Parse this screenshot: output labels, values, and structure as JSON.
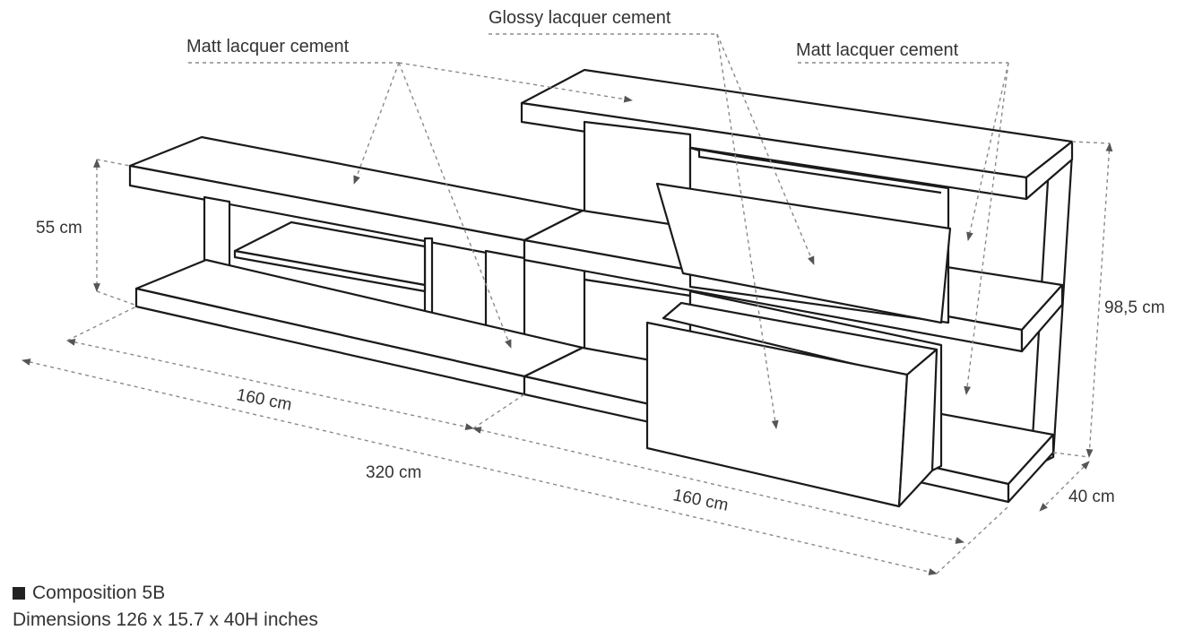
{
  "labels": {
    "matt_left": "Matt lacquer cement",
    "glossy": "Glossy lacquer cement",
    "matt_right": "Matt lacquer cement"
  },
  "dimensions": {
    "height_left": "55 cm",
    "height_right": "98,5 cm",
    "depth": "40 cm",
    "width_left": "160 cm",
    "width_total": "320 cm",
    "width_right": "160 cm"
  },
  "caption": {
    "title": "Composition 5B",
    "dimensions": "Dimensions 126 x 15.7 x 40H inches"
  },
  "colors": {
    "line": "#1a1a1a",
    "dashed": "#8a8a8a"
  }
}
